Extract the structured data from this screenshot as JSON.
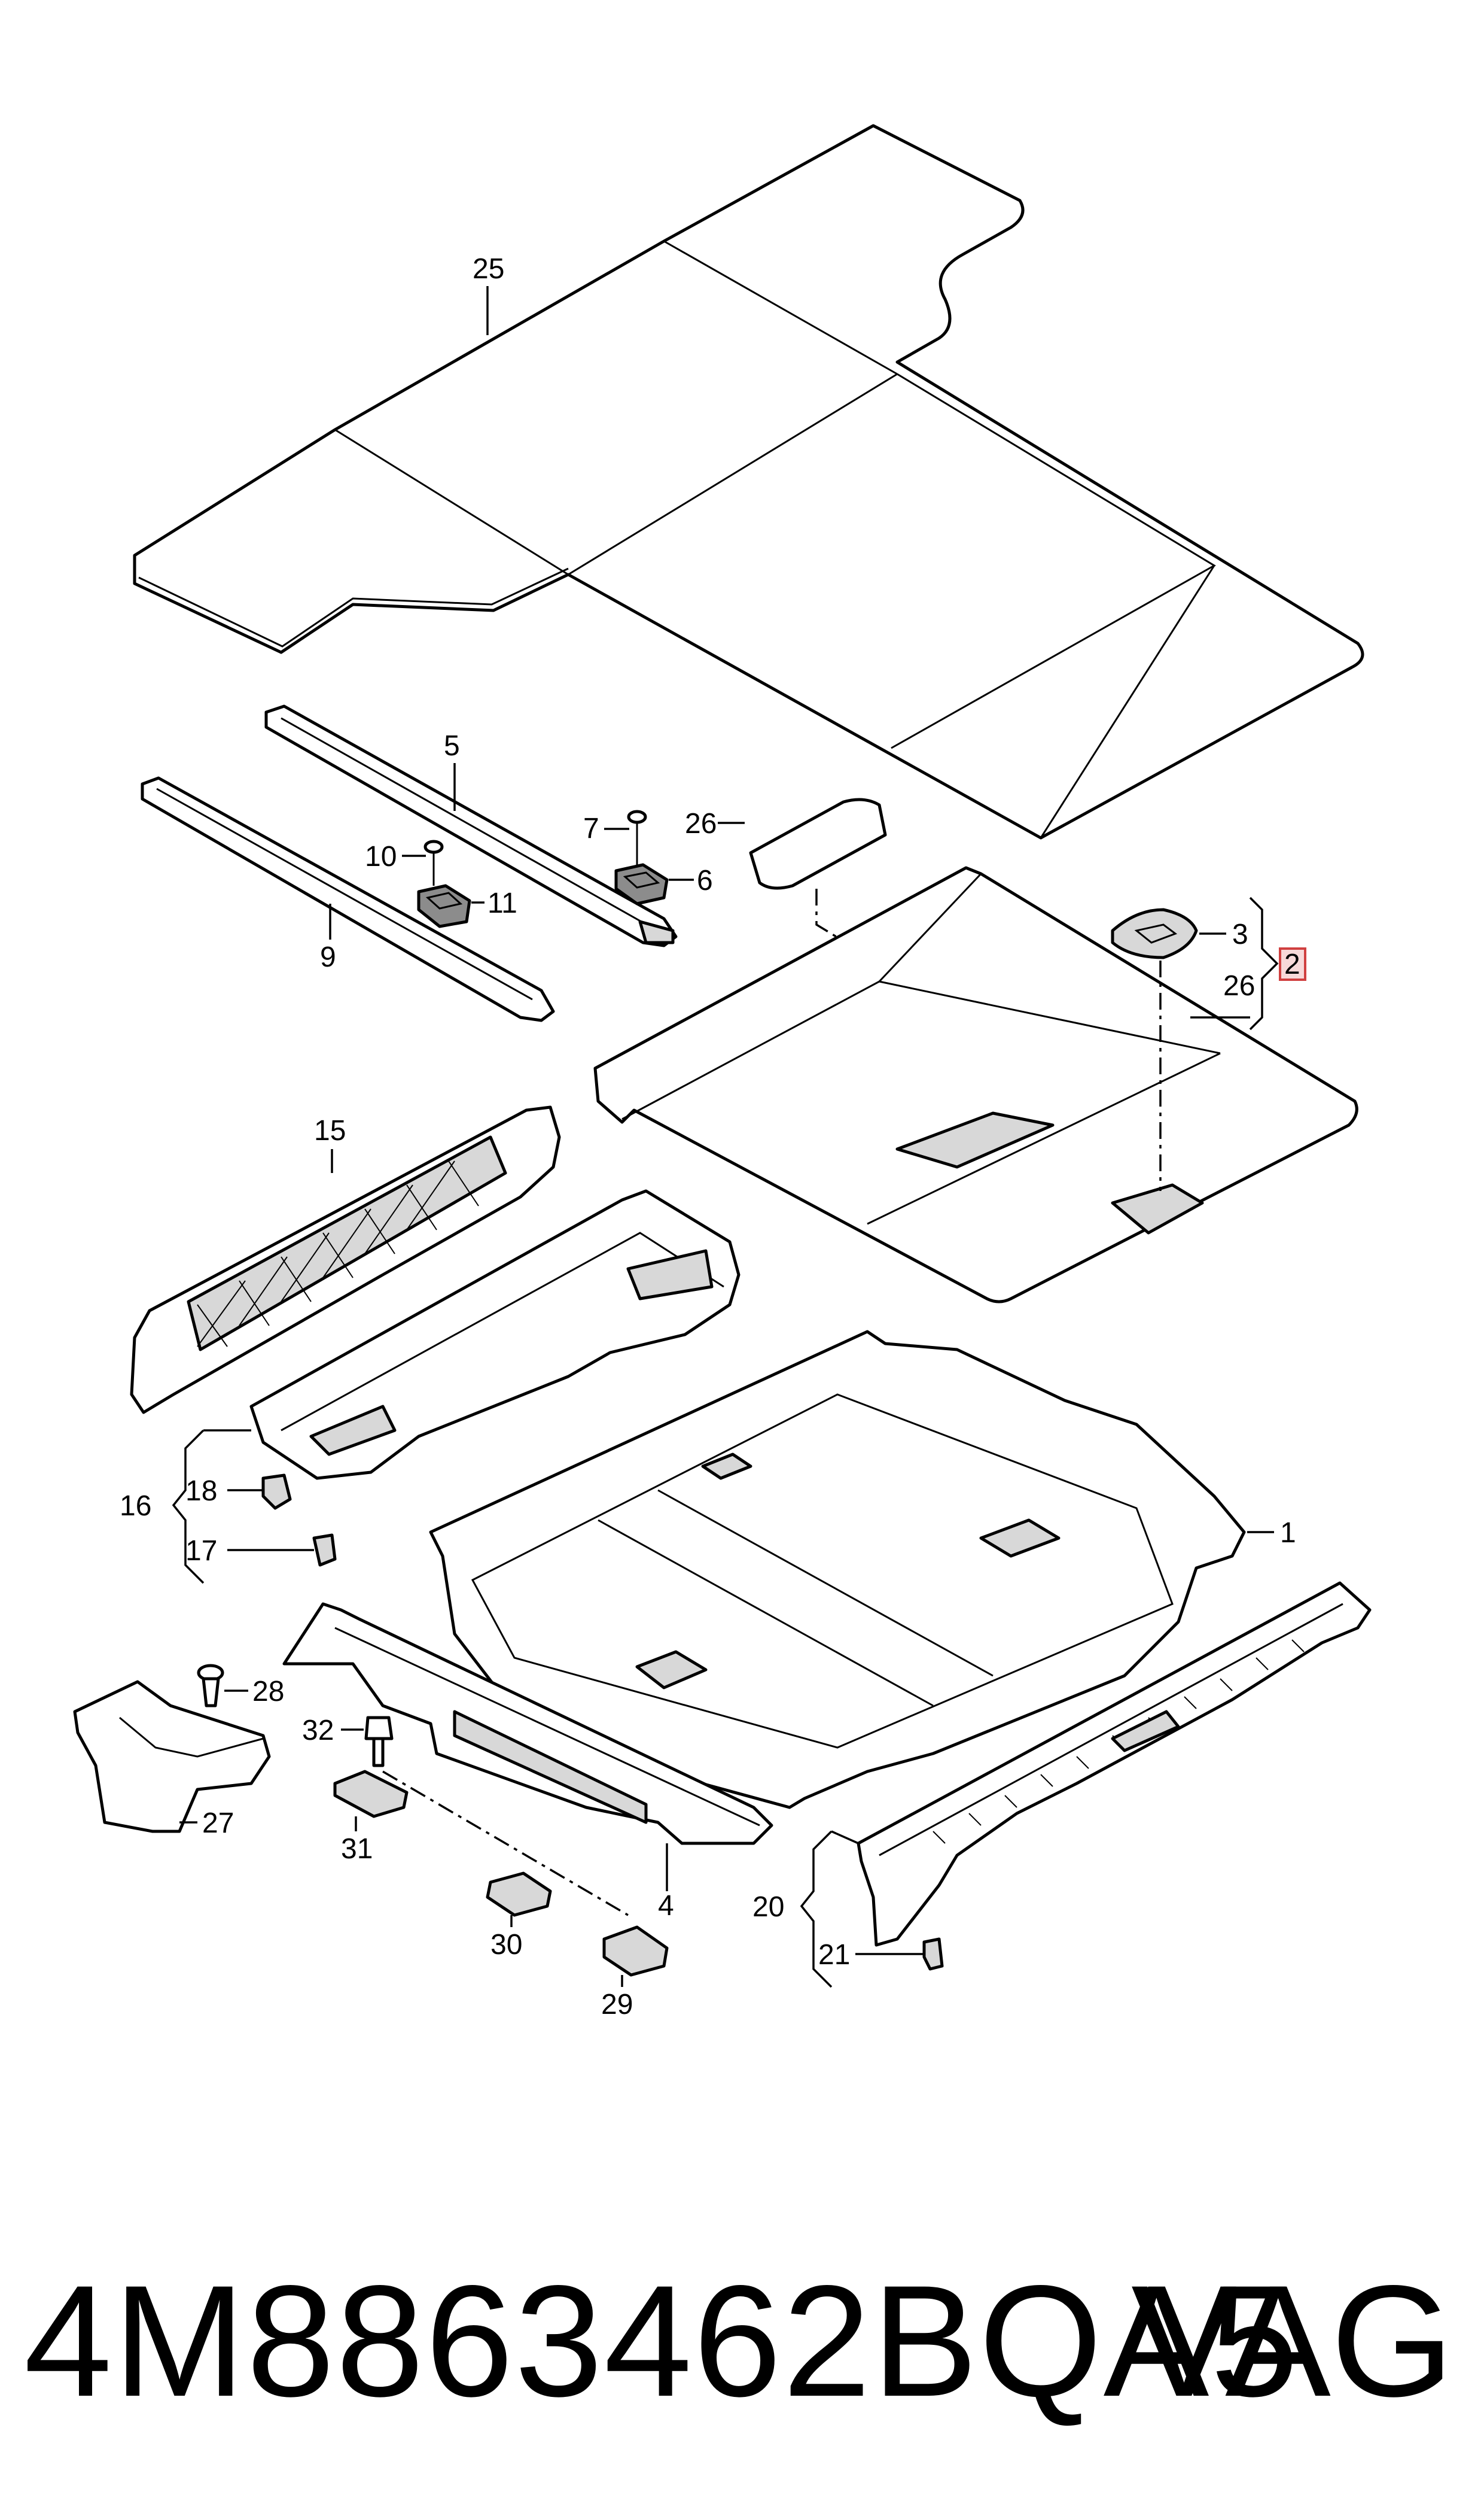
{
  "callouts": {
    "c25": "25",
    "c5": "5",
    "c26a": "26",
    "c7": "7",
    "c6": "6",
    "c10": "10",
    "c11": "11",
    "c9": "9",
    "c3": "3",
    "c2": "2",
    "c26b": "26",
    "c15": "15",
    "c16": "16",
    "c18": "18",
    "c17": "17",
    "c1": "1",
    "c28": "28",
    "c32": "32",
    "c27": "27",
    "c31": "31",
    "c4": "4",
    "c30": "30",
    "c20": "20",
    "c21": "21",
    "c29": "29"
  },
  "footer": {
    "part_number": "4M8863462BQA5",
    "brand": "VAG"
  },
  "colors": {
    "line": "#000000",
    "highlight_fill": "#f7d9d9",
    "highlight_border": "#d04040"
  }
}
